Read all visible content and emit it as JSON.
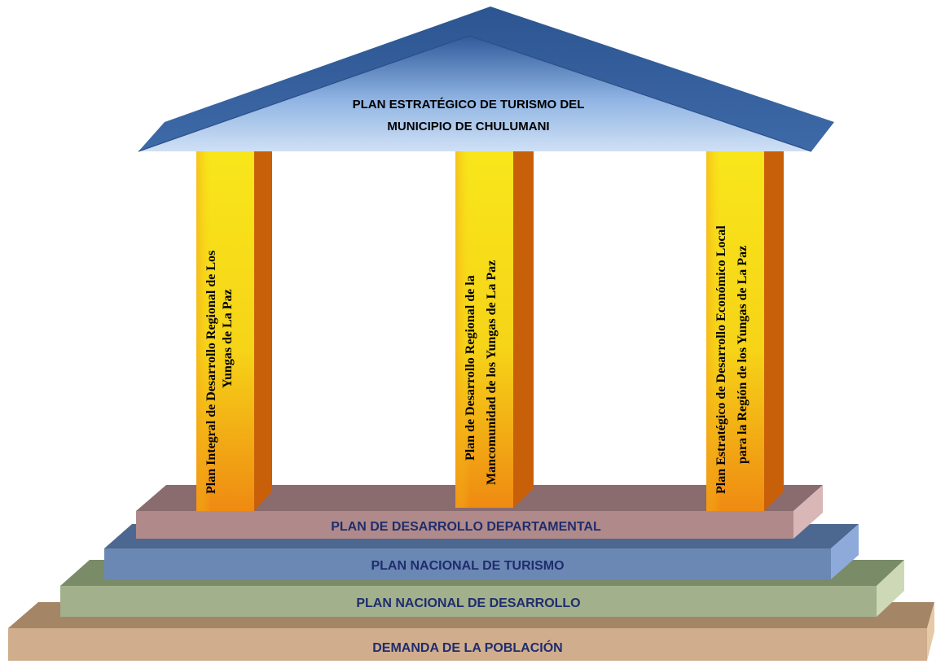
{
  "roof": {
    "title_line1": "PLAN ESTRATÉGICO DE TURISMO DEL",
    "title_line2": "MUNICIPIO DE CHULUMANI"
  },
  "pillars": [
    {
      "line1": "Plan Integral de Desarrollo Regional de Los",
      "line2": "Yungas de La Paz"
    },
    {
      "line1": "Plan de Desarrollo Regional de la",
      "line2": "Mancomunidad de los Yungas de La Paz"
    },
    {
      "line1": "Plan Estratégico de Desarrollo Económico Local",
      "line2": "para la Región de los Yungas de La Paz"
    }
  ],
  "steps": [
    {
      "label": "PLAN DE DESARROLLO DEPARTAMENTAL",
      "color": "#b08a8a"
    },
    {
      "label": "PLAN  NACIONAL DE TURISMO",
      "color": "#6b88b5"
    },
    {
      "label": "PLAN NACIONAL DE DESARROLLO",
      "color": "#a3b18d"
    },
    {
      "label": "DEMANDA  DE LA POBLACIÓN",
      "color": "#d2ae8e"
    }
  ],
  "colors": {
    "roof": "#4a74b0",
    "pillar_front": "#f7d21a",
    "pillar_side": "#c8600a"
  }
}
